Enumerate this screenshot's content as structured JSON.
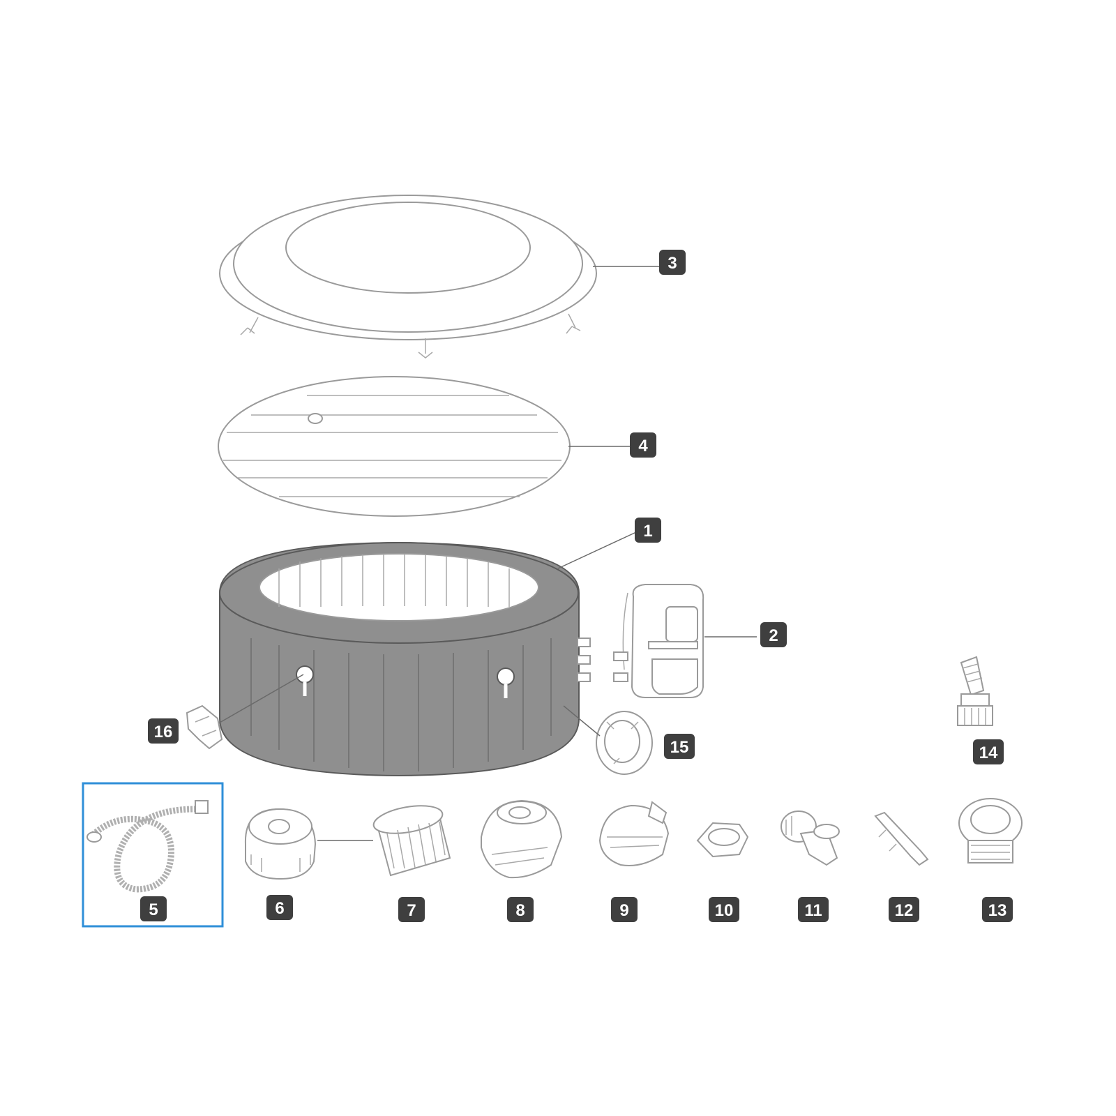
{
  "diagram": {
    "highlight_color": "#2f8fd8",
    "badge_color": "#3f3f3f",
    "selected_part": "5",
    "callouts": {
      "p1": "1",
      "p2": "2",
      "p3": "3",
      "p4": "4",
      "p5": "5",
      "p6": "6",
      "p7": "7",
      "p8": "8",
      "p9": "9",
      "p10": "10",
      "p11": "11",
      "p12": "12",
      "p13": "13",
      "p14": "14",
      "p15": "15",
      "p16": "16"
    }
  }
}
